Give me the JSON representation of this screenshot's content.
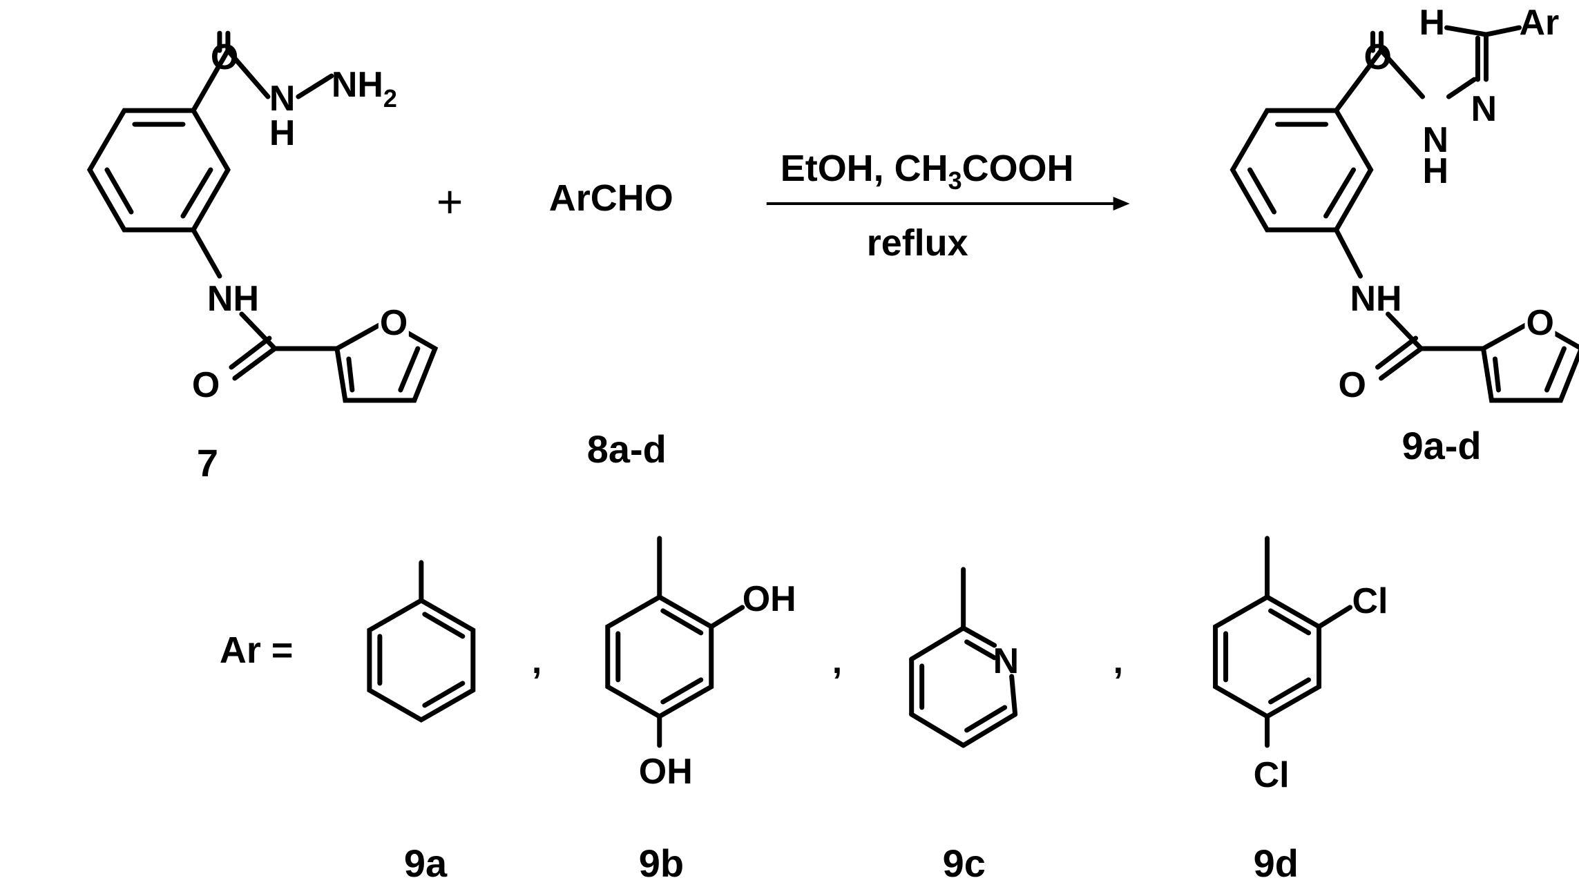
{
  "reactant_7": {
    "atoms": {
      "o_top": "O",
      "n_mid": "N",
      "nh2_n": "NH",
      "nh2_sub": "2",
      "n_h": "H",
      "nh": "NH",
      "o_amide": "O",
      "o_furan": "O"
    },
    "label": "7"
  },
  "plus_sign": "+",
  "reactant_8": {
    "formula": "ArCHO",
    "label": "8a-d"
  },
  "conditions": {
    "above_pre": "EtOH, CH",
    "above_sub": "3",
    "above_post": "COOH",
    "below": "reflux"
  },
  "product_9": {
    "atoms": {
      "h": "H",
      "ar": "Ar",
      "o_top": "O",
      "n_imine": "N",
      "n_mid": "N",
      "n_h": "H",
      "nh": "NH",
      "o_amide": "O",
      "o_furan": "O"
    },
    "label": "9a-d"
  },
  "ar_definition": {
    "prefix": "Ar =",
    "separators": [
      ",",
      ",",
      ","
    ],
    "substituents": [
      {
        "label": "9a",
        "atoms": []
      },
      {
        "label": "9b",
        "atoms": [
          "OH",
          "OH"
        ]
      },
      {
        "label": "9c",
        "atoms": [
          "N"
        ]
      },
      {
        "label": "9d",
        "atoms": [
          "Cl",
          "Cl"
        ]
      }
    ]
  }
}
